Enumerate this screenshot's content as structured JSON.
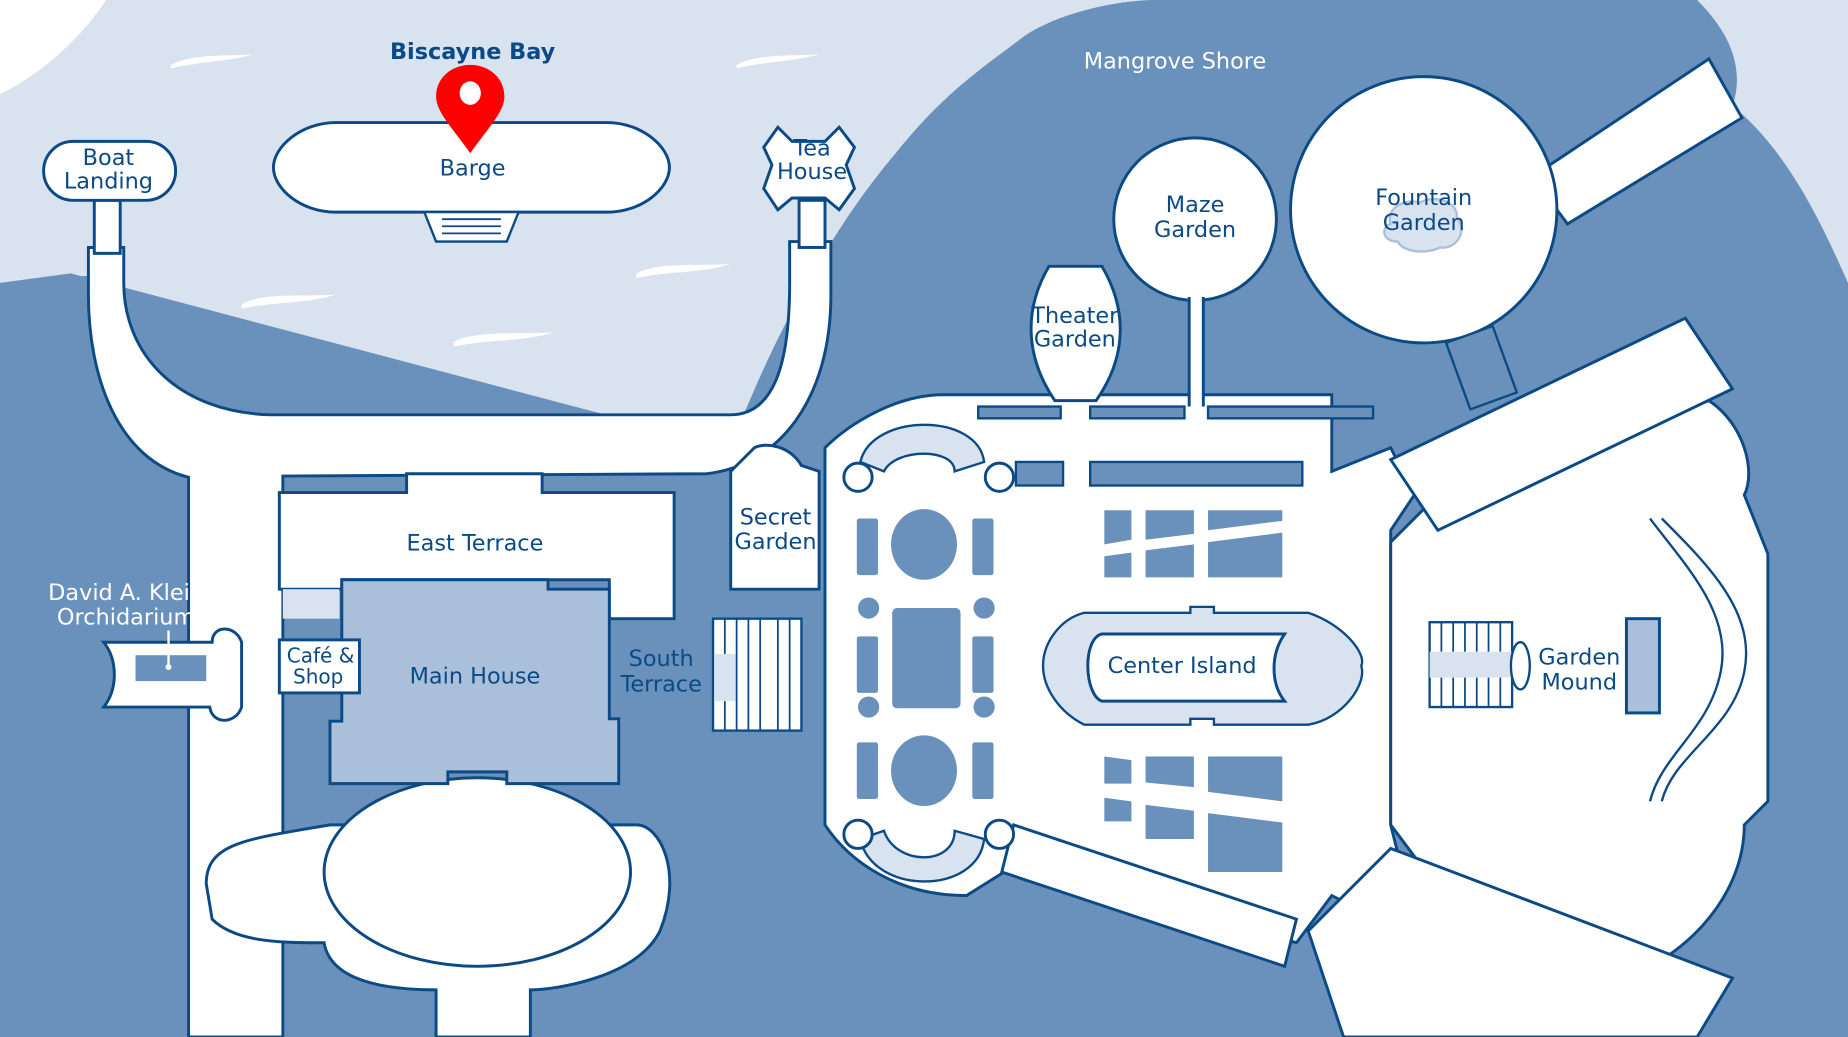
{
  "map": {
    "title": "Vizcaya Museum and Gardens site map",
    "colors": {
      "bay_water": "#d9e3f0",
      "shore": "#6a91bb",
      "outline": "#0b4a85",
      "building": "#aabfda",
      "path": "#ffffff",
      "pin": "#ff0000"
    },
    "water_labels": {
      "bay": "Biscayne Bay",
      "shore": "Mangrove Shore"
    },
    "locations": {
      "boat_landing": [
        "Boat",
        "Landing"
      ],
      "barge": "Barge",
      "tea_house": [
        "Tea",
        "House"
      ],
      "maze_garden": [
        "Maze",
        "Garden"
      ],
      "fountain_garden": [
        "Fountain",
        "Garden"
      ],
      "theater_garden": [
        "Theater",
        "Garden"
      ],
      "secret_garden": [
        "Secret",
        "Garden"
      ],
      "east_terrace": "East Terrace",
      "orchidarium": [
        "David A. Klein",
        "Orchidarium"
      ],
      "cafe_shop": [
        "Café &",
        "Shop"
      ],
      "main_house": "Main House",
      "south_terrace": [
        "South",
        "Terrace"
      ],
      "center_island": "Center Island",
      "garden_mound": [
        "Garden",
        "Mound"
      ]
    },
    "selected_marker": {
      "icon": "map-pin-icon",
      "location": "Barge"
    }
  }
}
